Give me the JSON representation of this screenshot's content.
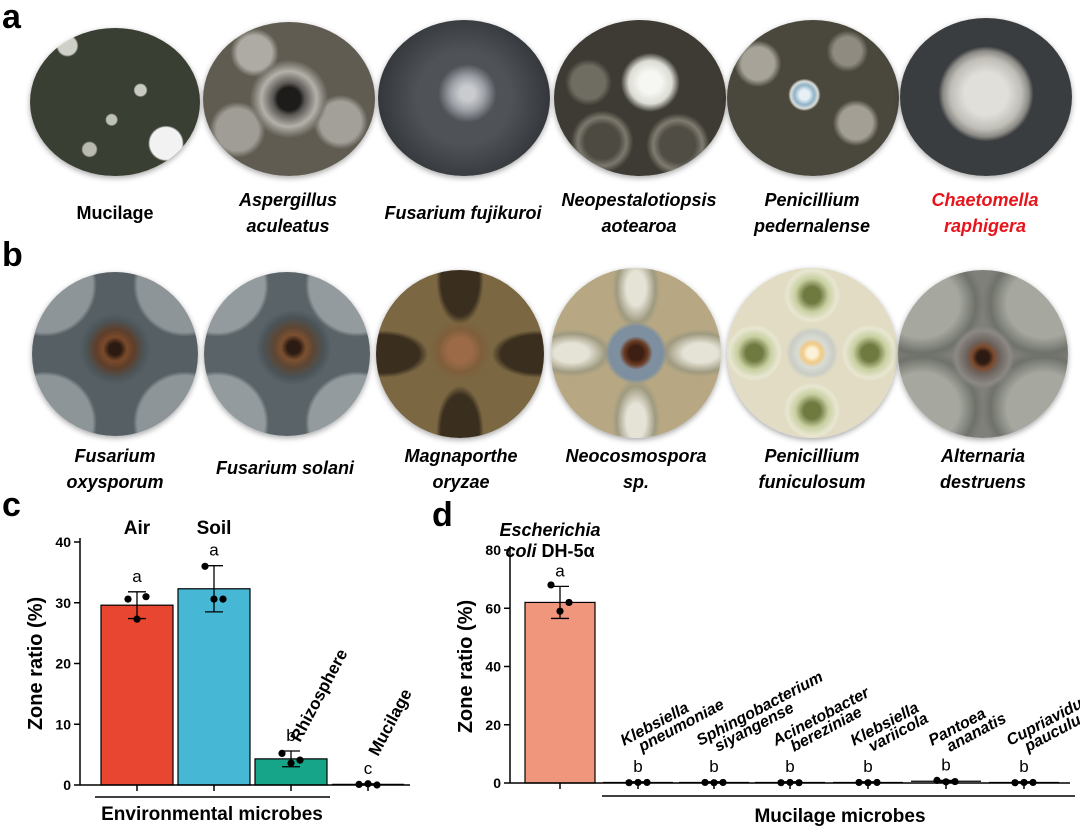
{
  "panels": {
    "a": "a",
    "b": "b",
    "c": "c",
    "d": "d"
  },
  "row_a": {
    "accent_red": "#e8141b",
    "captions": [
      {
        "lines": [
          "Mucilage"
        ],
        "italic": false,
        "color": "#000000"
      },
      {
        "lines": [
          "Aspergillus",
          "aculeatus"
        ],
        "italic": true,
        "color": "#000000"
      },
      {
        "lines": [
          "Fusarium fujikuroi"
        ],
        "italic": true,
        "color": "#000000"
      },
      {
        "lines": [
          "Neopestalotiopsis",
          "aotearoa"
        ],
        "italic": true,
        "color": "#000000"
      },
      {
        "lines": [
          "Penicillium",
          "pedernalense"
        ],
        "italic": true,
        "color": "#000000"
      },
      {
        "lines": [
          "Chaetomella",
          "raphigera"
        ],
        "italic": true,
        "color": "#e8141b"
      }
    ]
  },
  "row_b": {
    "captions": [
      {
        "lines": [
          "Fusarium",
          "oxysporum"
        ]
      },
      {
        "lines": [
          "Fusarium solani"
        ]
      },
      {
        "lines": [
          "Magnaporthe",
          "oryzae"
        ]
      },
      {
        "lines": [
          "Neocosmospora",
          "sp."
        ]
      },
      {
        "lines": [
          "Penicillium",
          "funiculosum"
        ]
      },
      {
        "lines": [
          "Alternaria",
          "destruens"
        ]
      }
    ]
  },
  "chart_data": [
    {
      "panel": "c",
      "type": "bar",
      "ylabel": "Zone ratio (%)",
      "ylim": [
        0,
        40
      ],
      "yticks": [
        0,
        10,
        20,
        30,
        40
      ],
      "categories": [
        "Air",
        "Soil",
        "Rhizosphere",
        "Mucilage"
      ],
      "values": [
        29.6,
        32.3,
        4.3,
        0.1
      ],
      "errors": [
        2.2,
        3.8,
        1.3,
        0.1
      ],
      "points": [
        [
          30.6,
          27.3,
          31.0
        ],
        [
          36.0,
          30.6,
          30.6
        ],
        [
          5.2,
          3.6,
          4.1
        ],
        [
          0.1,
          0.2,
          0.0
        ]
      ],
      "letters": [
        "a",
        "a",
        "b",
        "c"
      ],
      "colors": [
        "#e94631",
        "#46b8d6",
        "#17a58a",
        "#ffffff"
      ],
      "group_label": "Environmental microbes"
    },
    {
      "panel": "d",
      "type": "bar",
      "ylabel": "Zone ratio (%)",
      "ylim": [
        0,
        80
      ],
      "yticks": [
        0,
        20,
        40,
        60,
        80
      ],
      "categories": [
        "Escherichia coli DH-5α",
        "Klebsiella pneumoniae",
        "Sphingobacterium siyangense",
        "Acinetobacter bereziniae",
        "Klebsiella variicola",
        "Pantoea ananatis",
        "Cupriavidus pauculus"
      ],
      "category_lines": [
        [
          "Escherichia",
          "coli DH-5α"
        ],
        [
          "Klebsiella",
          "pneumoniae"
        ],
        [
          "Sphingobacterium",
          "siyangense"
        ],
        [
          "Acinetobacter",
          "bereziniae"
        ],
        [
          "Klebsiella",
          "variicola"
        ],
        [
          "Pantoea",
          "ananatis"
        ],
        [
          "Cupriavidus",
          "pauculus"
        ]
      ],
      "values": [
        62.0,
        0.2,
        0.2,
        0.2,
        0.2,
        0.6,
        0.2
      ],
      "errors": [
        5.5,
        0.2,
        0.2,
        0.2,
        0.2,
        0.3,
        0.2
      ],
      "points": [
        [
          68.0,
          59.0,
          62.0
        ],
        [
          0.1,
          0.2,
          0.2
        ],
        [
          0.2,
          0.1,
          0.2
        ],
        [
          0.1,
          0.2,
          0.1
        ],
        [
          0.2,
          0.1,
          0.2
        ],
        [
          0.9,
          0.4,
          0.5
        ],
        [
          0.1,
          0.2,
          0.2
        ]
      ],
      "letters": [
        "a",
        "b",
        "b",
        "b",
        "b",
        "b",
        "b"
      ],
      "colors": [
        "#f0967d",
        "#ffffff",
        "#ffffff",
        "#ffffff",
        "#ffffff",
        "#ffffff",
        "#ffffff"
      ],
      "group_label": "Mucilage microbes"
    }
  ]
}
